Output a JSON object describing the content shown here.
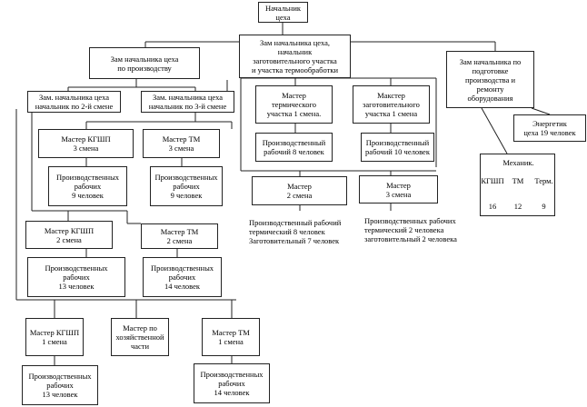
{
  "nodes": {
    "head": "Начальник\nцеха",
    "dep_prod": "Зам начальника цеха\nпо производству",
    "dep_zag": "Зам начальника цеха,\nначальник\nзаготовительного участка\nи участка термообработки",
    "dep_prep": "Зам начальника по\nподготовке\nпроизводства и\nремонту\nоборудования",
    "sub2": "Зам. начальника цеха\nначальник по 2-й смене",
    "sub3": "Зам. начальника цеха\nначальник по 3-й смене",
    "master_kgshp3": "Мастер КГШП\n3 смена",
    "master_tm3": "Мастер ТМ\n3 смена",
    "workers_kgshp3": "Производственных\nрабочих\n9 человек",
    "workers_tm3": "Производственных\nрабочих\n9 человек",
    "master_kgshp2": "Мастер КГШП\n2 смена",
    "master_tm2": "Мастер ТМ\n2 смена",
    "workers_kgshp2": "Производственных\nрабочих\n13 человек",
    "workers_tm2": "Производственных\nрабочих\n14 человек",
    "master_kgshp1": "Мастер КГШП\n1 смена",
    "master_hoz": "Мастер по\nхозяйственной\nчасти",
    "master_tm1": "Мастер ТМ\n1 смена",
    "workers_kgshp1": "Производственных\nрабочих\n13 человек",
    "workers_tm1": "Производственных\nрабочих\n14 человек",
    "master_term1": "Мастер\nтермического\nучастка 1 смена.",
    "master_zag1": "Макстер\nзаготовительного\nучастка 1 смена",
    "workers_term1": "Производственный\nрабочий 8 человек",
    "workers_zag1": "Производственный\nрабочий 10 человек",
    "master2": "Мастер\n2 смена",
    "master3": "Мастер\n3 смена",
    "workers_2": "Производственный рабочий\nтермический 8 человек\nЗаготовительный 7 человек",
    "workers_3": "Производственных рабочих\nтермический 2 человека\nзаготовительный 2 человека",
    "energetic": "Энергетик\nцеха 19 человек"
  },
  "mechanic": {
    "title": "Механик.",
    "columns": [
      "КГШП",
      "ТМ",
      "Терм."
    ],
    "values": [
      "16",
      "12",
      "9"
    ]
  }
}
